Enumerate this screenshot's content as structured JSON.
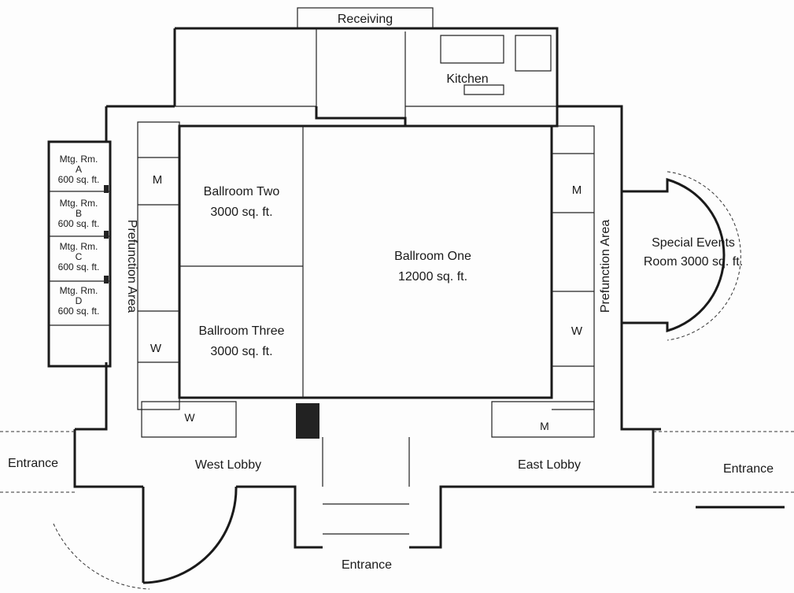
{
  "labels": {
    "receiving": "Receiving",
    "kitchen": "Kitchen",
    "mtg_a_1": "Mtg. Rm.",
    "mtg_a_2": "A",
    "mtg_a_3": "600 sq. ft.",
    "mtg_b_1": "Mtg. Rm.",
    "mtg_b_2": "B",
    "mtg_b_3": "600 sq. ft.",
    "mtg_c_1": "Mtg. Rm.",
    "mtg_c_2": "C",
    "mtg_c_3": "600 sq. ft.",
    "mtg_d_1": "Mtg. Rm.",
    "mtg_d_2": "D",
    "mtg_d_3": "600 sq. ft.",
    "restroom_m": "M",
    "restroom_w": "W",
    "ballroom_two_1": "Ballroom Two",
    "ballroom_two_2": "3000 sq. ft.",
    "ballroom_three_1": "Ballroom Three",
    "ballroom_three_2": "3000 sq. ft.",
    "ballroom_one_1": "Ballroom One",
    "ballroom_one_2": "12000 sq. ft.",
    "prefunction_west": "Prefunction Area",
    "prefunction_east": "Prefunction Area",
    "special_events_1": "Special Events",
    "special_events_2": "Room 3000 sq. ft.",
    "west_lobby": "West Lobby",
    "east_lobby": "East Lobby",
    "entrance_west": "Entrance",
    "entrance_east": "Entrance",
    "entrance_south": "Entrance"
  }
}
